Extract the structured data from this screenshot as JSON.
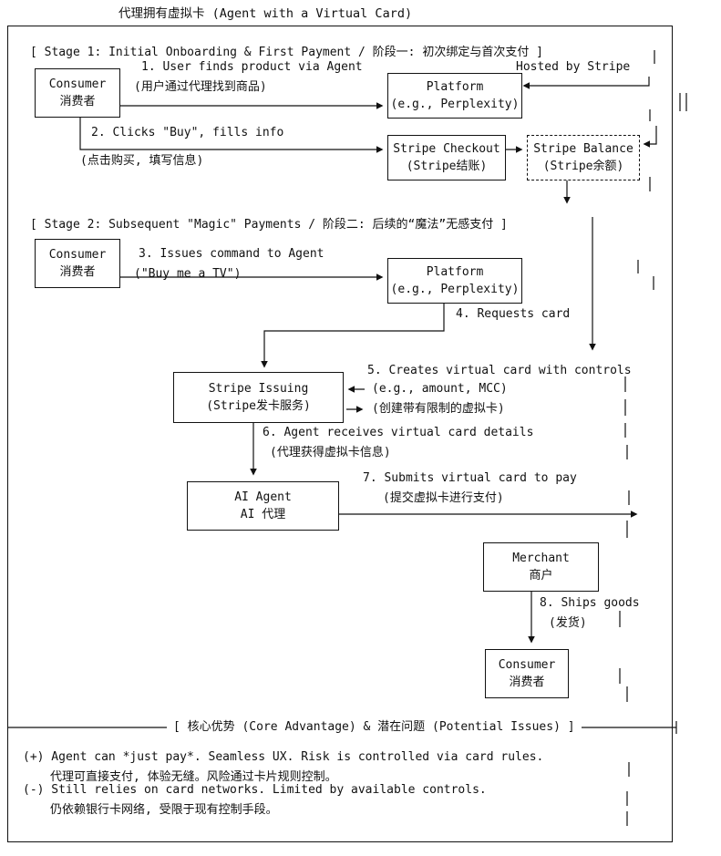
{
  "title": "代理拥有虚拟卡 (Agent with a Virtual Card)",
  "stage1": {
    "header": "[ Stage 1: Initial Onboarding & First Payment / 阶段一: 初次绑定与首次支付 ]",
    "consumer": {
      "name": "Consumer",
      "name_cn": "消费者"
    },
    "step1_line1": "1. User finds product via Agent",
    "step1_line2": "(用户通过代理找到商品)",
    "hosted_by_stripe": "Hosted by Stripe",
    "platform": {
      "name": "Platform",
      "subtitle": "(e.g., Perplexity)"
    },
    "step2_line1": "2. Clicks \"Buy\", fills info",
    "step2_line2": "(点击购买, 填写信息)",
    "checkout": {
      "name": "Stripe Checkout",
      "name_cn": "(Stripe结账)"
    },
    "balance": {
      "name": "Stripe Balance",
      "name_cn": "(Stripe余额)"
    }
  },
  "stage2": {
    "header": "[ Stage 2: Subsequent \"Magic\" Payments / 阶段二: 后续的“魔法”无感支付 ]",
    "consumer": {
      "name": "Consumer",
      "name_cn": "消费者"
    },
    "step3_line1": "3. Issues command to Agent",
    "step3_line2": "(\"Buy me a TV\")",
    "platform": {
      "name": "Platform",
      "subtitle": "(e.g., Perplexity)"
    },
    "step4": "4. Requests card",
    "issuing": {
      "name": "Stripe Issuing",
      "name_cn": "(Stripe发卡服务)"
    },
    "step5_line1": "5. Creates virtual card with controls",
    "step5_line2": "(e.g., amount, MCC)",
    "step5_line3": "(创建带有限制的虚拟卡)",
    "step6_line1": "6. Agent receives virtual card details",
    "step6_line2": "(代理获得虚拟卡信息)",
    "ai_agent": {
      "name": "AI Agent",
      "name_cn": "AI 代理"
    },
    "step7_line1": "7. Submits virtual card to pay",
    "step7_line2": "(提交虚拟卡进行支付)",
    "merchant": {
      "name": "Merchant",
      "name_cn": "商户"
    },
    "step8_line1": "8. Ships goods",
    "step8_line2": "(发货)",
    "consumer_final": {
      "name": "Consumer",
      "name_cn": "消费者"
    }
  },
  "footer": {
    "header": "[ 核心优势 (Core Advantage) & 潜在问题 (Potential Issues) ]",
    "pro_line1": "(+) Agent can *just pay*. Seamless UX. Risk is controlled via card rules.",
    "pro_line2": "代理可直接支付, 体验无缝。风险通过卡片规则控制。",
    "con_line1": "(-) Still relies on card networks. Limited by available controls.",
    "con_line2": "仍依赖银行卡网络, 受限于现有控制手段。"
  }
}
